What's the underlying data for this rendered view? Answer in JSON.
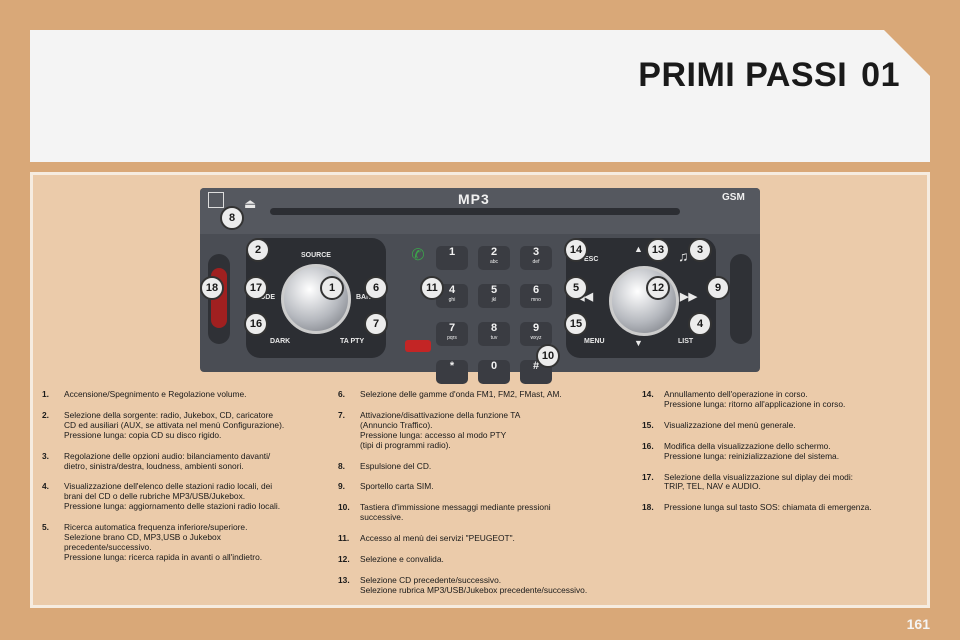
{
  "header": {
    "title": "PRIMI PASSI",
    "chapter": "01"
  },
  "radio": {
    "logo_mp3": "MP3",
    "logo_gsm": "GSM",
    "eject": "⏏",
    "labels": {
      "source": "SOURCE",
      "mode": "MODE",
      "band": "BAND",
      "dark": "DARK",
      "ta": "TA PTY",
      "esc": "ESC",
      "menu": "MENU",
      "list": "LIST"
    },
    "keys": [
      {
        "d": "1",
        "l": ""
      },
      {
        "d": "2",
        "l": "abc"
      },
      {
        "d": "3",
        "l": "def"
      },
      {
        "d": "4",
        "l": "ghi"
      },
      {
        "d": "5",
        "l": "jkl"
      },
      {
        "d": "6",
        "l": "mno"
      },
      {
        "d": "7",
        "l": "pqrs"
      },
      {
        "d": "8",
        "l": "tuv"
      },
      {
        "d": "9",
        "l": "wxyz"
      },
      {
        "d": "*",
        "l": ""
      },
      {
        "d": "0",
        "l": ""
      },
      {
        "d": "#",
        "l": ""
      }
    ],
    "badges": [
      "8",
      "2",
      "14",
      "13",
      "3",
      "18",
      "17",
      "1",
      "6",
      "11",
      "5",
      "12",
      "9",
      "16",
      "7",
      "15",
      "4",
      "10"
    ]
  },
  "items": [
    {
      "n": "1.",
      "t": "Accensione/Spegnimento e Regolazione volume."
    },
    {
      "n": "2.",
      "t": "Selezione della sorgente: radio, Jukebox, CD, caricatore\nCD ed ausiliari (AUX, se attivata nel menù Configurazione).\nPressione lunga: copia CD su disco rigido."
    },
    {
      "n": "3.",
      "t": "Regolazione delle opzioni audio: bilanciamento davanti/\ndietro, sinistra/destra, loudness, ambienti sonori."
    },
    {
      "n": "4.",
      "t": "Visualizzazione dell'elenco delle stazioni radio locali, dei\nbrani del CD o delle rubriche MP3/USB/Jukebox.\nPressione lunga: aggiornamento delle stazioni radio locali."
    },
    {
      "n": "5.",
      "t": "Ricerca automatica frequenza inferiore/superiore.\nSelezione brano CD, MP3,USB o Jukebox\nprecedente/successivo.\nPressione lunga: ricerca rapida in avanti o all'indietro."
    },
    {
      "n": "6.",
      "t": "Selezione delle gamme d'onda FM1, FM2, FMast, AM."
    },
    {
      "n": "7.",
      "t": "Attivazione/disattivazione della funzione TA\n(Annuncio Traffico).\nPressione lunga: accesso al modo PTY\n(tipi di programmi radio)."
    },
    {
      "n": "8.",
      "t": "Espulsione del CD."
    },
    {
      "n": "9.",
      "t": "Sportello carta SIM."
    },
    {
      "n": "10.",
      "t": "Tastiera d'immissione messaggi mediante pressioni\nsuccessive."
    },
    {
      "n": "11.",
      "t": "Accesso al menù dei servizi \"PEUGEOT\"."
    },
    {
      "n": "12.",
      "t": "Selezione e convalida."
    },
    {
      "n": "13.",
      "t": "Selezione CD precedente/successivo.\nSelezione rubrica MP3/USB/Jukebox precedente/successivo."
    },
    {
      "n": "14.",
      "t": "Annullamento dell'operazione in corso.\nPressione lunga: ritorno all'applicazione in corso."
    },
    {
      "n": "15.",
      "t": "Visualizzazione del menù generale."
    },
    {
      "n": "16.",
      "t": "Modifica della visualizzazione dello schermo.\nPressione lunga: reinizializzazione del sistema."
    },
    {
      "n": "17.",
      "t": "Selezione della visualizzazione sul diplay dei modi:\nTRIP, TEL, NAV e AUDIO."
    },
    {
      "n": "18.",
      "t": "Pressione lunga sul tasto SOS: chiamata di emergenza."
    }
  ],
  "page_number": "161"
}
